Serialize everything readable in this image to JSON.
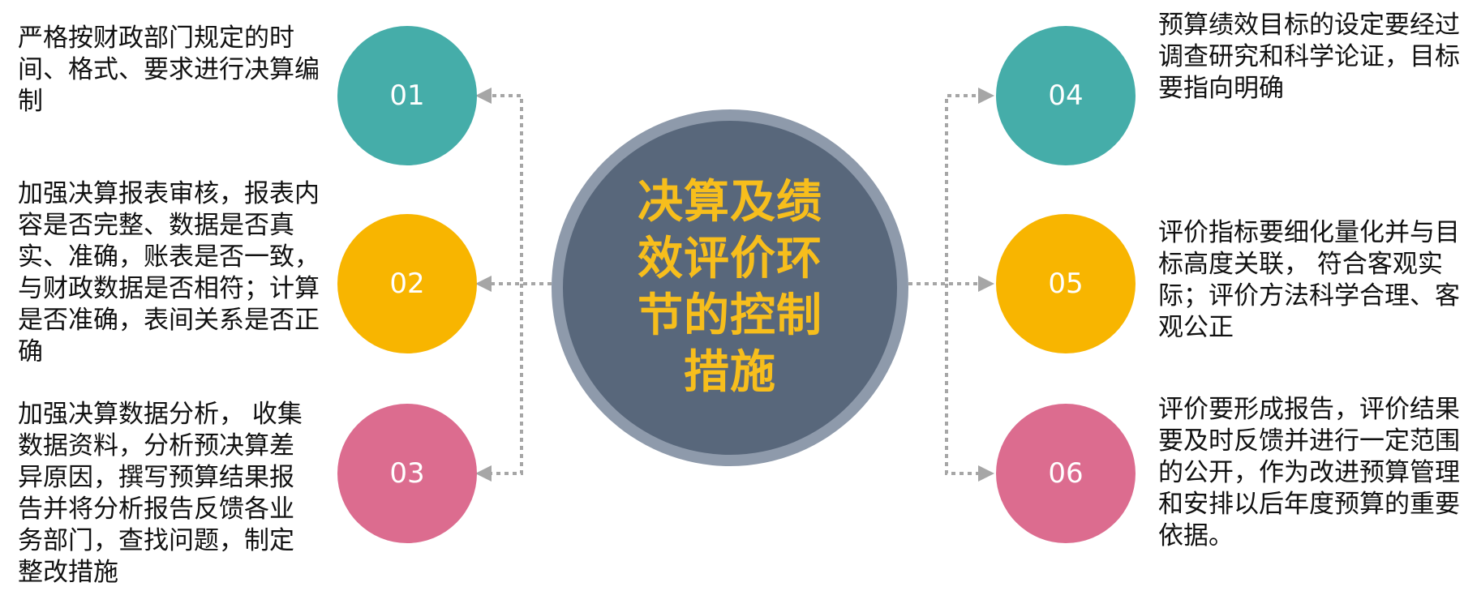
{
  "center": {
    "title": "决算及绩效评价环节的控制措施"
  },
  "colors": {
    "teal": "#45ada9",
    "amber": "#f8b500",
    "pink": "#dc6c8f",
    "center_fill": "#58677b",
    "center_ring": "#8e9aab",
    "title_text": "#f7be1c",
    "connector": "#a6a6a6"
  },
  "measures": [
    {
      "number": "01",
      "color": "teal",
      "text": "严格按财政部门规定的时间、格式、要求进行决算编制"
    },
    {
      "number": "02",
      "color": "amber",
      "text": "加强决算报表审核，报表内容是否完整、数据是否真实、准确，账表是否一致，与财政数据是否相符；计算是否准确，表间关系是否正确"
    },
    {
      "number": "03",
      "color": "pink",
      "text": "加强决算数据分析， 收集数据资料，分析预决算差异原因，撰写预算结果报告并将分析报告反馈各业务部门，查找问题，制定整改措施"
    },
    {
      "number": "04",
      "color": "teal",
      "text": "预算绩效目标的设定要经过调查研究和科学论证，目标要指向明确"
    },
    {
      "number": "05",
      "color": "amber",
      "text": "评价指标要细化量化并与目标高度关联， 符合客观实际；评价方法科学合理、客观公正"
    },
    {
      "number": "06",
      "color": "pink",
      "text": "评价要形成报告，评价结果要及时反馈并进行一定范围的公开，作为改进预算管理和安排以后年度预算的重要依据。"
    }
  ]
}
